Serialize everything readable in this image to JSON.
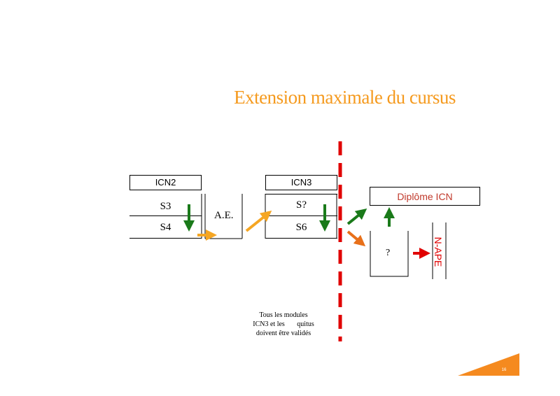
{
  "title": "Extension maximale du cursus",
  "icn2": {
    "header": "ICN2",
    "row1": "S3",
    "row2": "S4"
  },
  "ae": {
    "label": "A.E."
  },
  "icn3": {
    "header": "ICN3",
    "row1": "S?",
    "row2": "S6"
  },
  "diplome": {
    "label": "Diplôme ICN"
  },
  "question": {
    "label": "?"
  },
  "nape": {
    "label": "N-APE"
  },
  "note": {
    "line1": "Tous les modules",
    "line2": "ICN3 et les       quitus",
    "line3": "doivent être validés"
  },
  "page_number": "16",
  "colors": {
    "title": "#f59a1e",
    "green_arrow": "#1a7a1a",
    "orange_arrow": "#f5a623",
    "dark_orange_arrow": "#e8701a",
    "red_arrow": "#e00000",
    "dashed_line": "#e00000",
    "corner_triangle": "#f58a1f"
  }
}
